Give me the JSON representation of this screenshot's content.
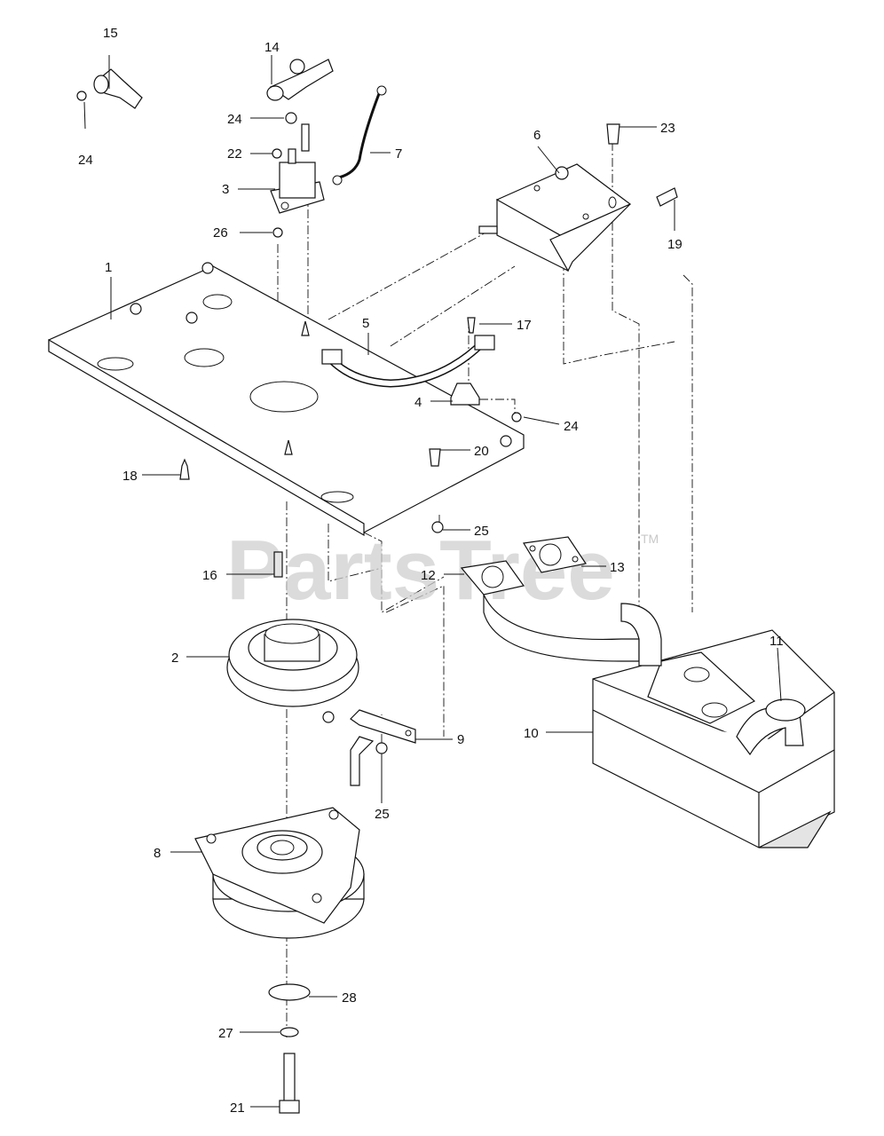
{
  "watermark": {
    "text": "PartsTree",
    "tm": "TM"
  },
  "callouts": {
    "c1": "1",
    "c2": "2",
    "c3": "3",
    "c4": "4",
    "c5": "5",
    "c6": "6",
    "c7": "7",
    "c8": "8",
    "c9": "9",
    "c10": "10",
    "c11": "11",
    "c12": "12",
    "c13": "13",
    "c14": "14",
    "c15": "15",
    "c16": "16",
    "c17": "17",
    "c18": "18",
    "c19": "19",
    "c20": "20",
    "c21": "21",
    "c22": "22",
    "c23": "23",
    "c24a": "24",
    "c24b": "24",
    "c24c": "24",
    "c25a": "25",
    "c25b": "25",
    "c26": "26",
    "c27": "27",
    "c28": "28"
  }
}
